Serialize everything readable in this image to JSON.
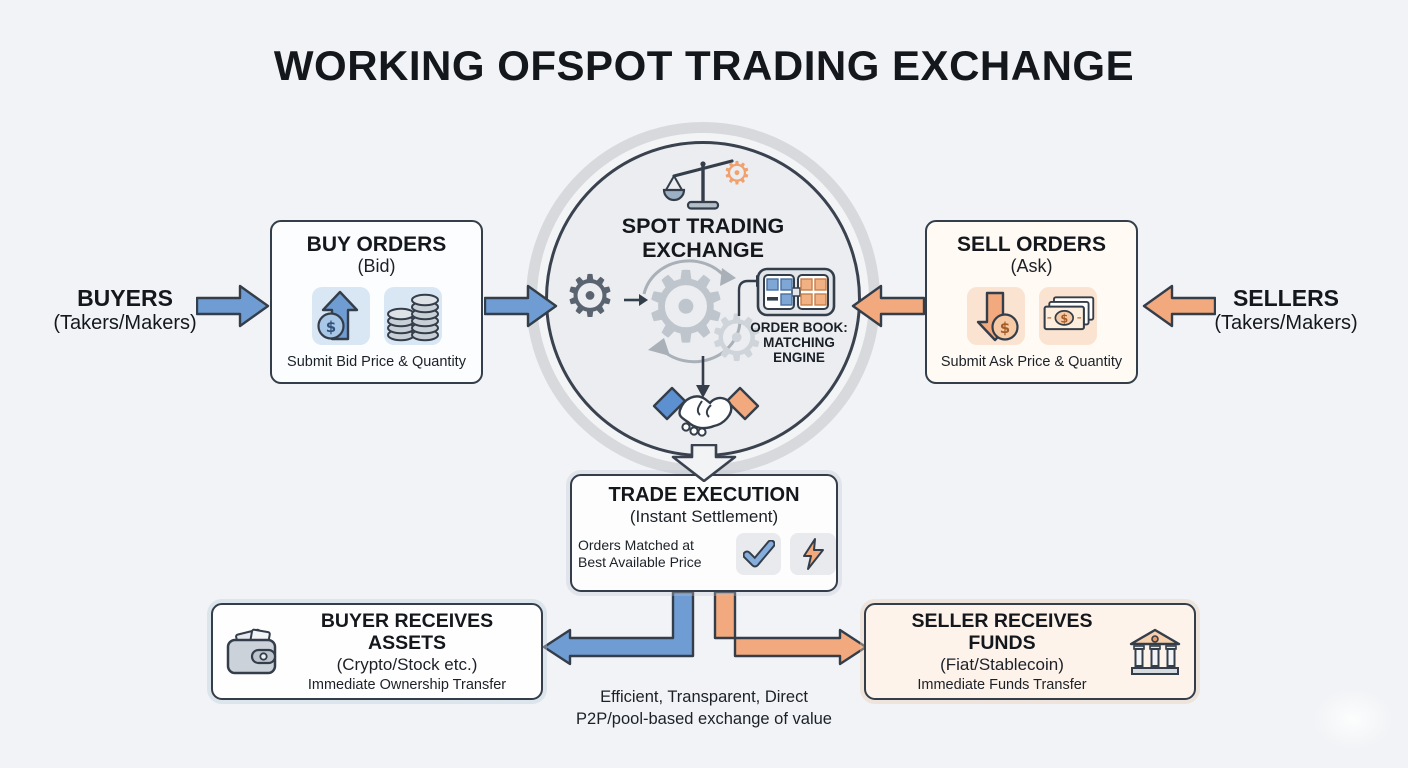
{
  "title": "WORKING OFSPOT TRADING EXCHANGE",
  "hub": {
    "title_line1": "SPOT TRADING",
    "title_line2": "EXCHANGE",
    "order_book_line1": "ORDER BOOK:",
    "order_book_line2": "MATCHING",
    "order_book_line3": "ENGINE"
  },
  "left_flow": {
    "actor_title": "BUYERS",
    "actor_subtitle": "(Takers/Makers)",
    "box_title": "BUY ORDERS",
    "box_subtitle": "(Bid)",
    "box_caption": "Submit Bid Price & Quantity"
  },
  "right_flow": {
    "actor_title": "SELLERS",
    "actor_subtitle": "(Takers/Makers)",
    "box_title": "SELL ORDERS",
    "box_subtitle": "(Ask)",
    "box_caption": "Submit Ask Price & Quantity"
  },
  "execution": {
    "title": "TRADE EXECUTION",
    "subtitle": "(Instant Settlement)",
    "caption_line1": "Orders Matched at",
    "caption_line2": "Best Available Price"
  },
  "buyer_outcome": {
    "title": "BUYER RECEIVES ASSETS",
    "subtitle": "(Crypto/Stock etc.)",
    "caption": "Immediate Ownership Transfer"
  },
  "seller_outcome": {
    "title": "SELLER RECEIVES FUNDS",
    "subtitle": "(Fiat/Stablecoin)",
    "caption": "Immediate Funds Transfer"
  },
  "footer": {
    "line1": "Efficient, Transparent, Direct",
    "line2": "P2P/pool-based exchange of value"
  },
  "icons": {
    "gear_glyph": "⚙",
    "dollar": "$"
  },
  "colors": {
    "background": "#f1f3f6",
    "buy_accent": "#6f9dd3",
    "sell_accent": "#f1a97d",
    "outline": "#343e4a",
    "buy_tile": "#d9e6f4",
    "sell_tile": "#fae3d0"
  }
}
